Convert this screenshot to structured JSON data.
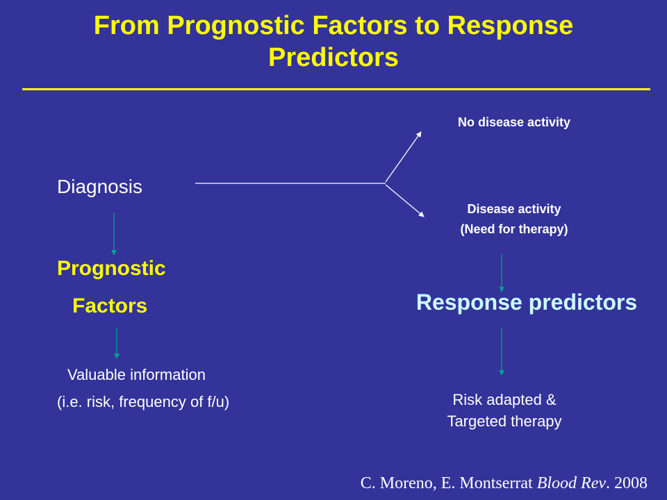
{
  "slide": {
    "title_line1": "From Prognostic Factors to Response",
    "title_line2": "Predictors",
    "left": {
      "diagnosis": "Diagnosis",
      "prognostic_line1": "Prognostic",
      "prognostic_line2": "Factors",
      "valuable_line1": "Valuable information",
      "valuable_line2": "(i.e. risk, frequency of f/u)"
    },
    "right": {
      "no_disease_activity": "No disease activity",
      "disease_activity_line1": "Disease activity",
      "disease_activity_line2": "(Need for therapy)",
      "response_predictors": "Response predictors",
      "risk_line1": "Risk adapted &",
      "risk_line2": "Targeted therapy"
    },
    "citation": {
      "authors": "C. Moreno, E. Montserrat",
      "journal": "Blood Rev",
      "year": ". 2008"
    }
  },
  "colors": {
    "background": "#333399",
    "title": "#ffff00",
    "highlight": "#ffff00",
    "response": "#ccffff",
    "text": "#ffffff",
    "arrow_teal": "#00a090"
  }
}
